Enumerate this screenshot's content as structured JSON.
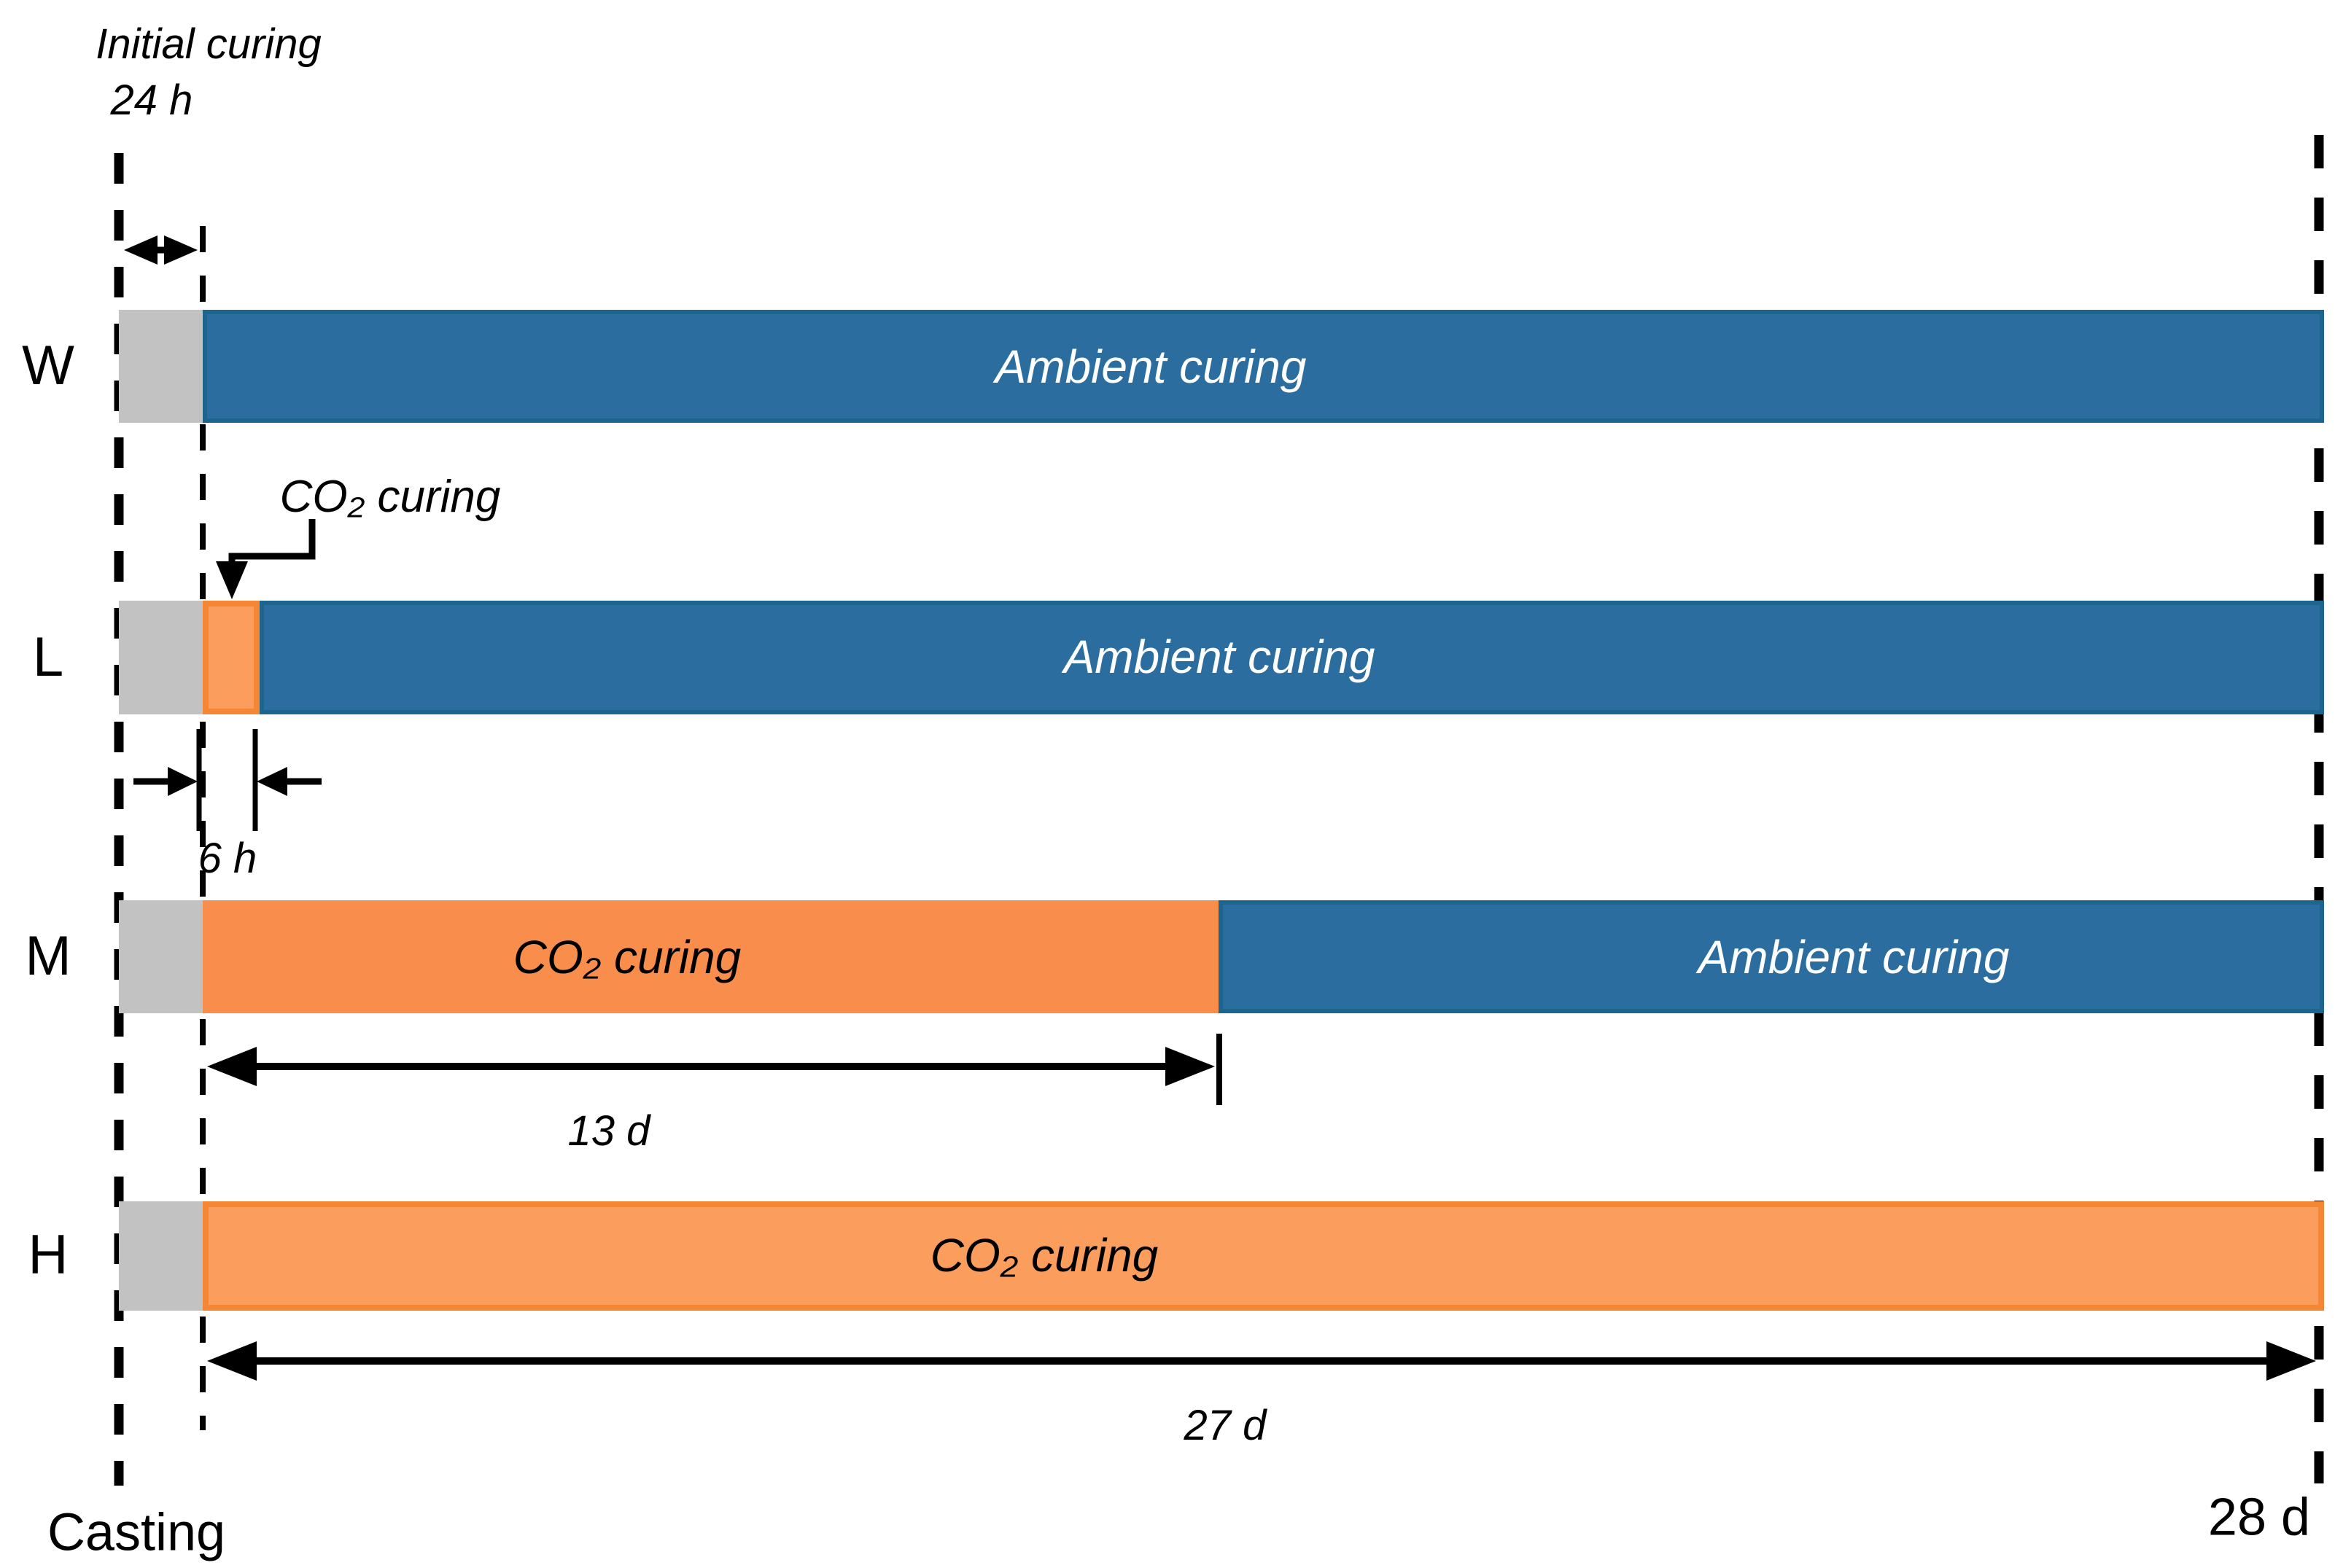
{
  "colors": {
    "blue": "#2B6D9E",
    "blue_border": "#1B658F",
    "orange": "#F98E4C",
    "orange_light": "#FB9D5D",
    "orange_border": "#F58634",
    "gray": "#C2C2C2",
    "line_black": "#000000"
  },
  "header": {
    "initial_curing_label": "Initial curing",
    "initial_curing_duration": "24 h"
  },
  "annotations": {
    "co2_callout": "CO₂ curing",
    "six_hours": "6 h",
    "thirteen_days": "13 d",
    "twenty_seven_days": "27 d",
    "casting": "Casting",
    "end_label": "28 d"
  },
  "rows": [
    {
      "id": "W",
      "label": "W",
      "ambient_label": "Ambient curing"
    },
    {
      "id": "L",
      "label": "L",
      "ambient_label": "Ambient curing"
    },
    {
      "id": "M",
      "label": "M",
      "co2_label": "CO₂ curing",
      "ambient_label": "Ambient curing"
    },
    {
      "id": "H",
      "label": "H",
      "co2_label": "CO₂ curing"
    }
  ],
  "timeline": {
    "start_event": "Casting",
    "initial_curing_hours": 24,
    "L_co2_hours": 6,
    "M_co2_days": 13,
    "H_co2_days": 27,
    "total_days": 28
  }
}
